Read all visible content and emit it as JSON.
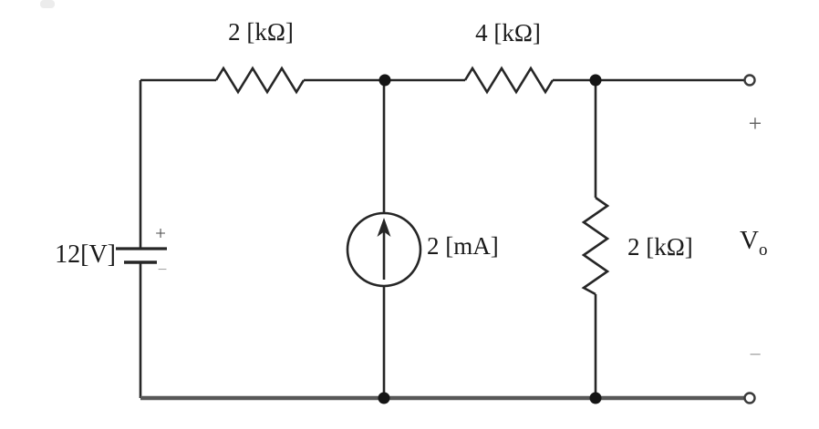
{
  "figure": {
    "kind": "circuit-diagram"
  },
  "colors": {
    "background": "#ffffff",
    "wire": "#262626",
    "bottom_rail": "#585858",
    "text": "#1a1a1a",
    "sign_gray": "#9b9b9b"
  },
  "components": {
    "voltage_source": {
      "value": "12[V]",
      "plus": "+",
      "minus": "−"
    },
    "resistors": {
      "top_left": "2 [kΩ]",
      "top_right": "4 [kΩ]",
      "right": "2 [kΩ]"
    },
    "current_source": {
      "value": "2 [mA]"
    },
    "output": {
      "plus": "+",
      "minus": "−",
      "label_base": "V",
      "label_sub": "o"
    }
  }
}
